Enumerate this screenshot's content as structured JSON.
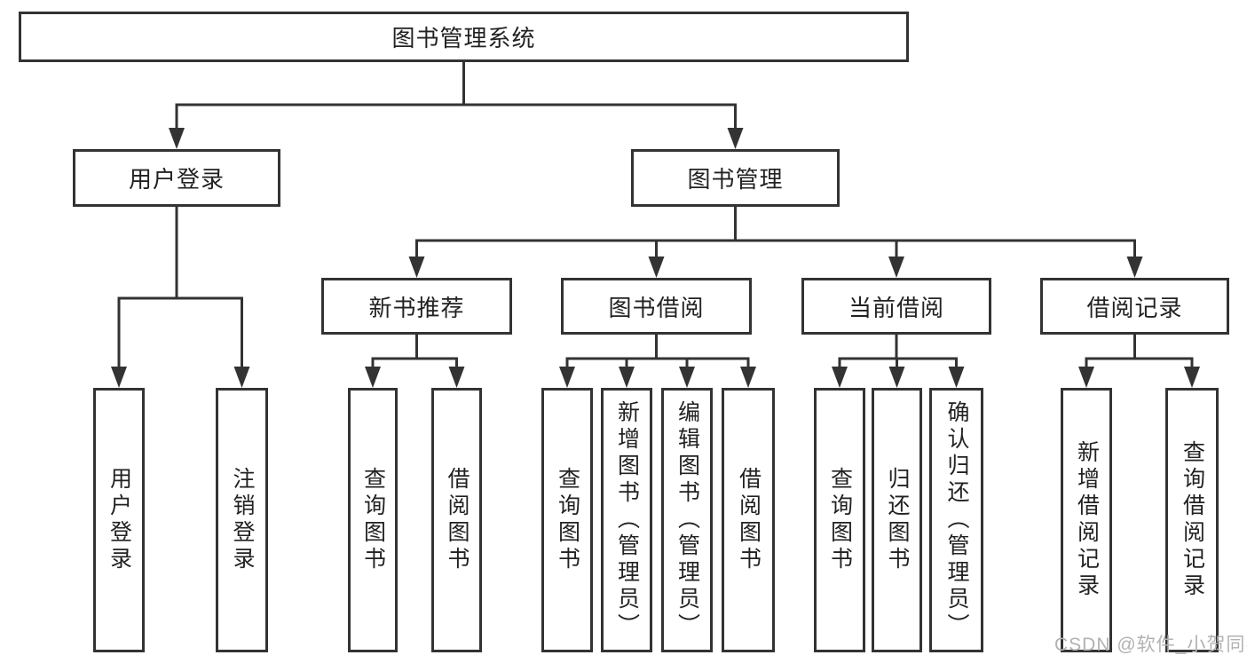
{
  "diagram": {
    "root": {
      "label": "图书管理系统"
    },
    "branches": [
      {
        "label": "用户登录",
        "children": [
          {
            "label": "用户登录"
          },
          {
            "label": "注销登录"
          }
        ]
      },
      {
        "label": "图书管理",
        "children": [
          {
            "label": "新书推荐",
            "children": [
              {
                "label": "查询图书"
              },
              {
                "label": "借阅图书"
              }
            ]
          },
          {
            "label": "图书借阅",
            "children": [
              {
                "label": "查询图书"
              },
              {
                "label": "新增图书（管理员）"
              },
              {
                "label": "编辑图书（管理员）"
              },
              {
                "label": "借阅图书"
              }
            ]
          },
          {
            "label": "当前借阅",
            "children": [
              {
                "label": "查询图书"
              },
              {
                "label": "归还图书"
              },
              {
                "label": "确认归还（管理员）"
              }
            ]
          },
          {
            "label": "借阅记录",
            "children": [
              {
                "label": "新增借阅记录"
              },
              {
                "label": "查询借阅记录"
              }
            ]
          }
        ]
      }
    ],
    "watermark": "CSDN @软件_小贺同学",
    "colors": {
      "line": "#333333",
      "text": "#222222",
      "watermark": "#b2b2b2"
    }
  }
}
